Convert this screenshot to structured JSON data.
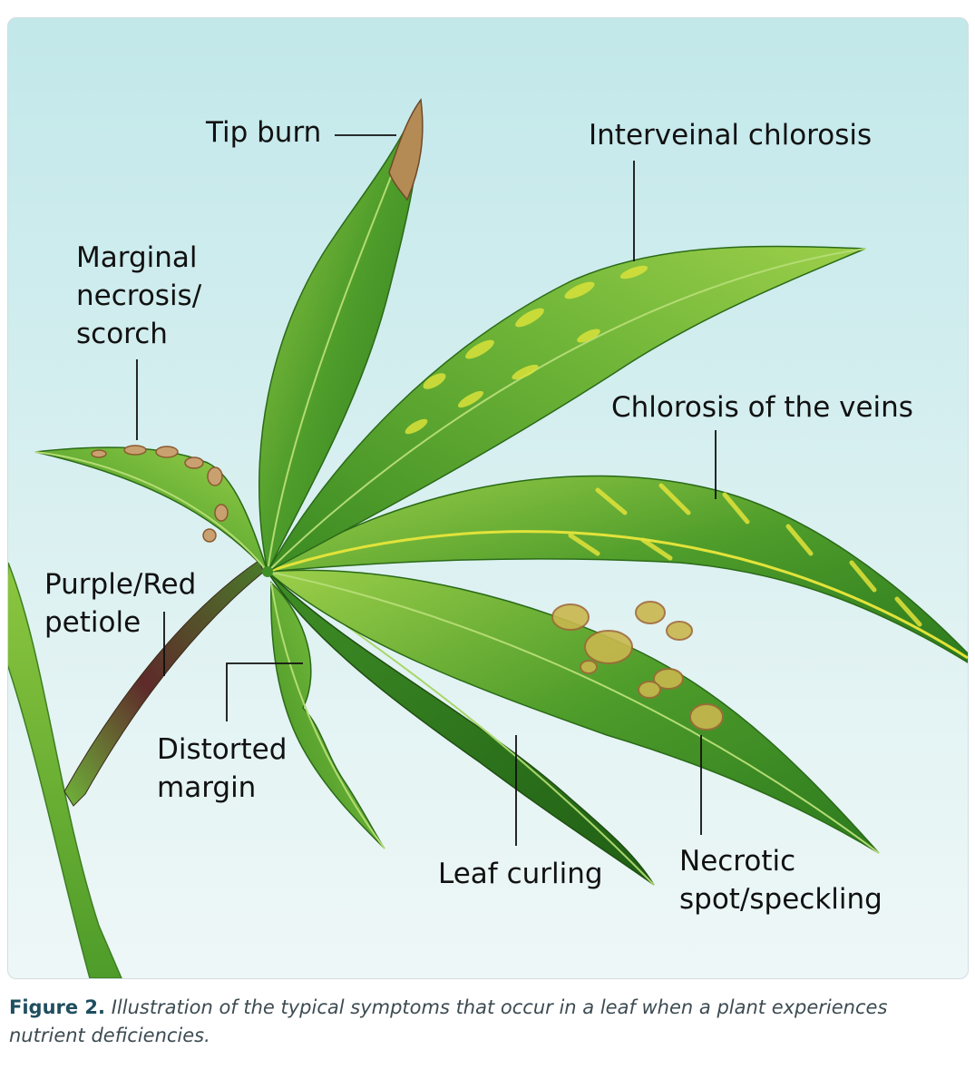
{
  "labels": {
    "tip_burn": "Tip burn",
    "interveinal_chlorosis": "Interveinal chlorosis",
    "marginal_necrosis": [
      "Marginal",
      "necrosis/",
      "scorch"
    ],
    "chlorosis_veins": "Chlorosis of the veins",
    "purple_petiole": [
      "Purple/Red",
      "petiole"
    ],
    "distorted_margin": [
      "Distorted",
      "margin"
    ],
    "leaf_curling": "Leaf curling",
    "necrotic_spot": [
      "Necrotic",
      "spot/speckling"
    ]
  },
  "caption": {
    "figure_number": "Figure 2.",
    "text": " Illustration of the typical symptoms that occur in a leaf when a plant experiences nutrient deficiencies."
  },
  "colors": {
    "leaf_dark": "#2f7d1e",
    "leaf_mid": "#5aa52f",
    "leaf_light": "#8cc63f",
    "chlorosis_yellow": "#e2e33a",
    "necrosis_brown": "#b07a45",
    "petiole_purple": "#5e2a2a",
    "stem_green": "#6fb43a"
  }
}
